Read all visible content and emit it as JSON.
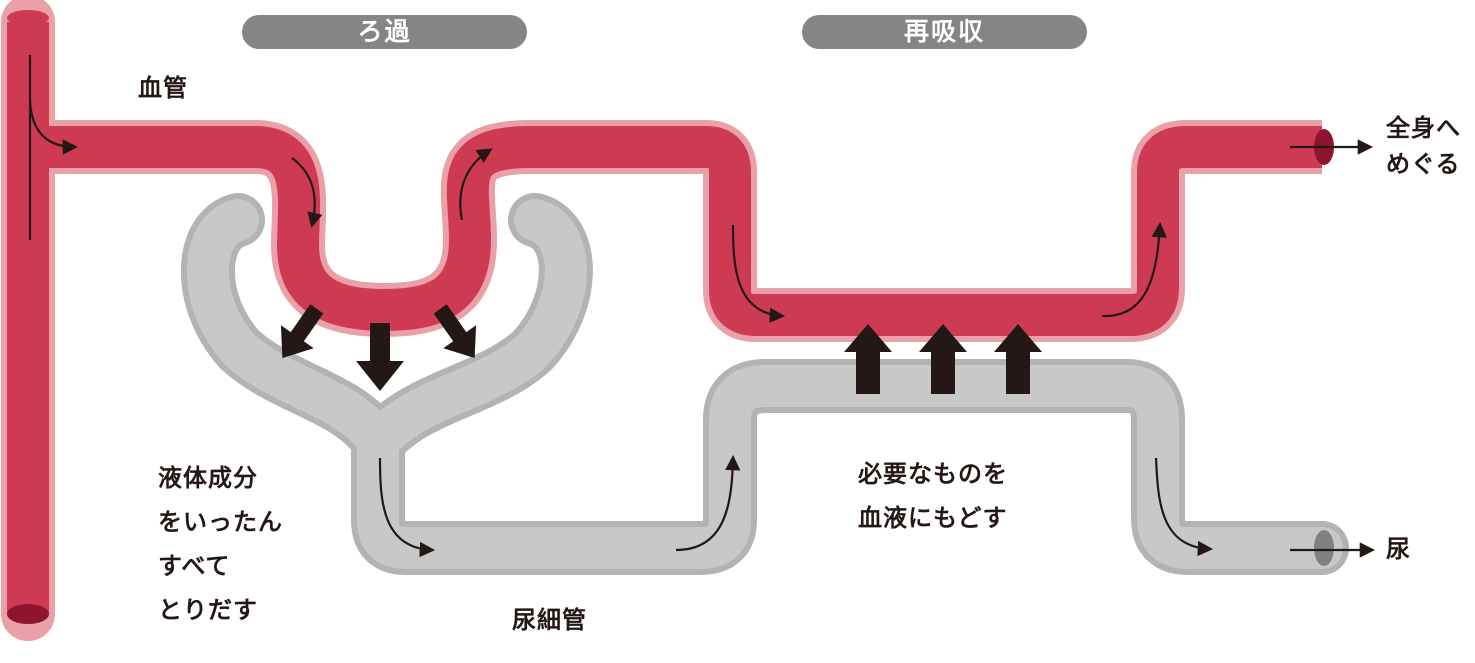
{
  "headers": {
    "filtration": "ろ過",
    "reabsorption": "再吸収"
  },
  "labels": {
    "blood_vessel": "血管",
    "to_body": [
      "全身へ",
      "めぐる"
    ],
    "filtration_note": [
      "液体成分",
      "をいったん",
      "すべて",
      "とりだす"
    ],
    "reabsorption_note": [
      "必要なものを",
      "血液にもどす"
    ],
    "tubule": "尿細管",
    "urine": "尿"
  },
  "colors": {
    "vessel_fill": "#cf3a53",
    "vessel_edge": "#e9a0a6",
    "vessel_end": "#8e1530",
    "tube_fill": "#c8c8c8",
    "tube_edge": "#b3b3b3",
    "tube_end": "#808080",
    "arrow": "#231815",
    "pill": "#858585"
  },
  "icons": {
    "flow_arrow": "thin-curved-arrow",
    "transfer_arrow": "block-arrow"
  }
}
